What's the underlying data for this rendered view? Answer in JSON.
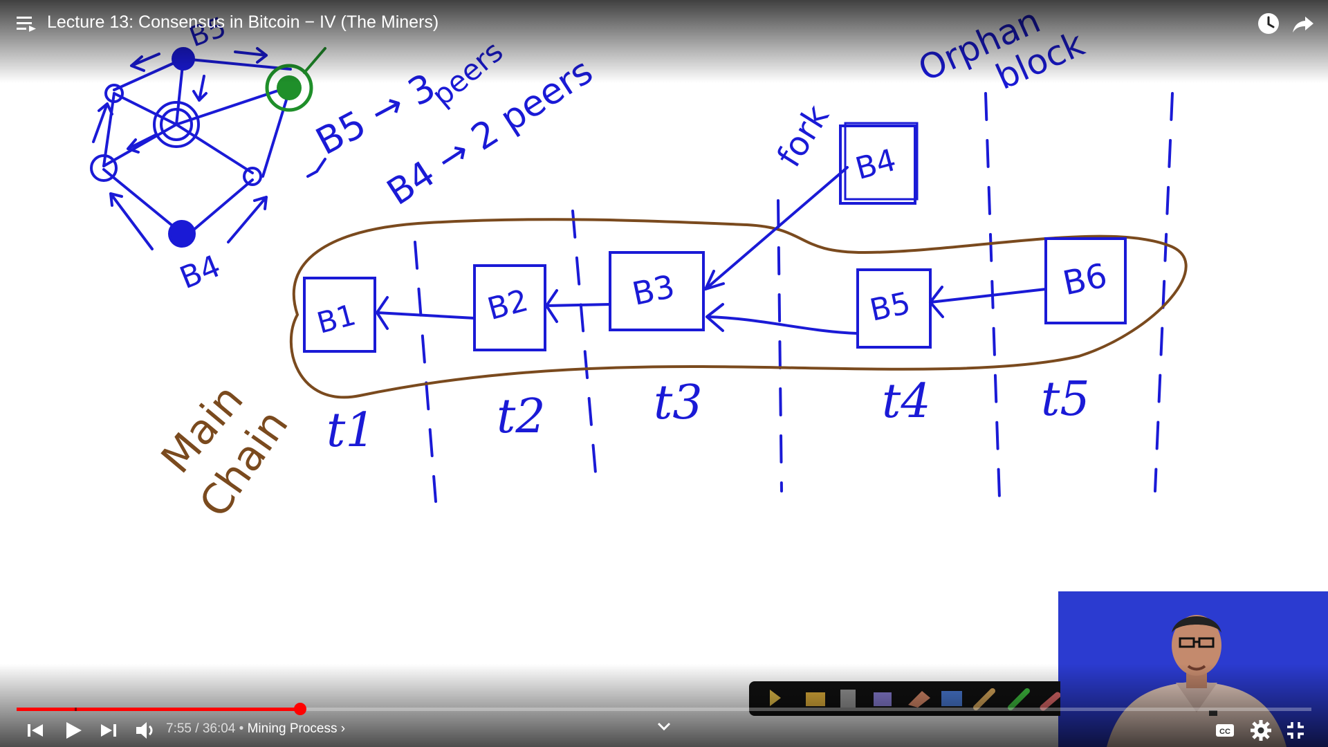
{
  "player": {
    "title": "Lecture 13: Consensus in Bitcoin − IV (The Miners)",
    "time_current": "7:55",
    "time_total": "36:04",
    "time_separator": " / ",
    "chapter_separator": " • ",
    "chapter_title": "Mining Process",
    "chapter_chevron": "›",
    "progress_fraction": 0.219,
    "buffer_fraction": 0.22,
    "accent_color": "#ff0000"
  },
  "board": {
    "ink_blue": "#1a1ad6",
    "ink_brown": "#7a4a1e",
    "ink_green": "#1f8f2a",
    "network": {
      "node_label_top": "B5",
      "node_label_bottom": "B4",
      "note_b5": "B5 → 3",
      "note_b5_peers": "peers",
      "note_b4": "B4 → 2 peers"
    },
    "fork_label": "fork",
    "orphan_label_1": "Orphan",
    "orphan_label_2": "block",
    "main_chain_label_1": "Main",
    "main_chain_label_2": "Chain",
    "blocks": {
      "b1": "B1",
      "b2": "B2",
      "b3": "B3",
      "b4": "B4",
      "b5": "B5",
      "b6": "B6"
    },
    "time_slots": [
      "t1",
      "t2",
      "t3",
      "t4",
      "t5"
    ]
  }
}
